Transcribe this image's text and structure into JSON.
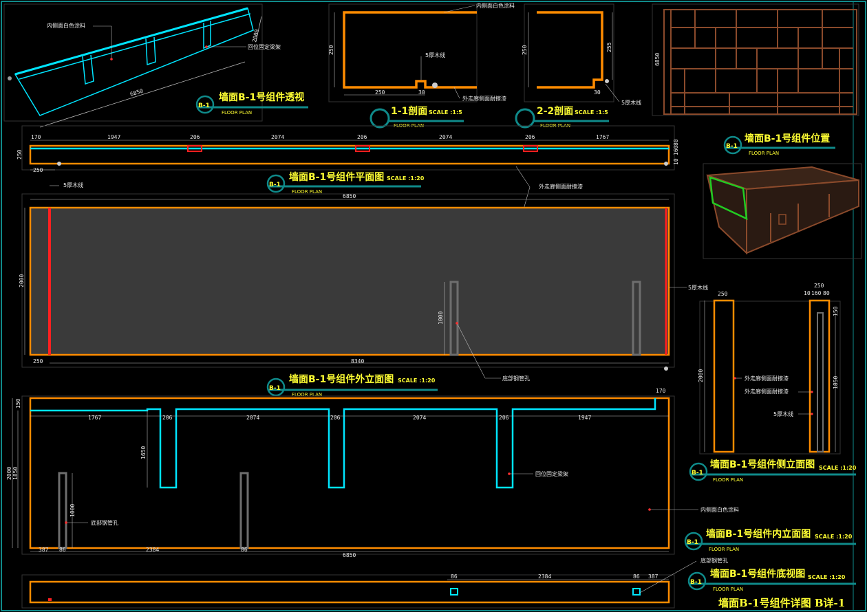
{
  "drawing_title": "墙面B-1号组件详图 B详-1",
  "colors": {
    "frame": "#0f8a8a",
    "orange": "#ff8c00",
    "cyan": "#00e5ff",
    "red": "#ff2020",
    "brown": "#8b4a2b",
    "grey": "#6e6e6e",
    "fill": "#3a3a3a",
    "title": "#ffff33"
  },
  "symbol_tag": "B-1",
  "floor_plan": "FLOOR PLAN",
  "views": {
    "perspective": {
      "title": "墙面B-1号组件透视",
      "scale": ""
    },
    "section1": {
      "title": "1-1剖面",
      "scale": "SCALE :1:5"
    },
    "section2": {
      "title": "2-2剖面",
      "scale": "SCALE :1:5"
    },
    "location": {
      "title": "墙面B-1号组件位置",
      "scale": ""
    },
    "plan": {
      "title": "墙面B-1号组件平面图",
      "scale": "SCALE :1:20"
    },
    "outer_elev": {
      "title": "墙面B-1号组件外立面图",
      "scale": "SCALE :1:20"
    },
    "side_elev": {
      "title": "墙面B-1号组件侧立面图",
      "scale": "SCALE :1:20"
    },
    "inner_elev": {
      "title": "墙面B-1号组件内立面图",
      "scale": "SCALE :1:20"
    },
    "bottom": {
      "title": "墙面B-1号组件底视图",
      "scale": "SCALE :1:20"
    }
  },
  "notes": {
    "inner_white": "内侧面白色涂料",
    "fix_frame": "回位固定梁架",
    "wood_5": "5厚木线",
    "outer_paint": "外走廊侧面耐擦漆",
    "pipe_hole": "底部钢管孔"
  },
  "dims": {
    "d6850": "6850",
    "d2000": "2000",
    "d250": "250",
    "d255": "255",
    "d30": "30",
    "d170": "170",
    "d1947": "1947",
    "d206": "206",
    "d2074": "2074",
    "d1767": "1767",
    "d10": "10",
    "d160": "160",
    "d80": "80",
    "d8340": "8340",
    "d1000": "1000",
    "d150": "150",
    "d1650": "1650",
    "d1850": "1850",
    "d387": "387",
    "d86": "86",
    "d2384": "2384"
  }
}
